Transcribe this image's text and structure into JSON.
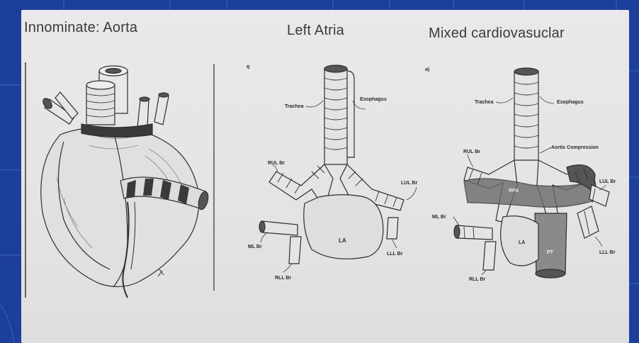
{
  "slide": {
    "captions": {
      "innominate": "Innominate: Aorta",
      "left_atria": "Left Atria",
      "mixed": "Mixed cardiovasuclar"
    },
    "figure2": {
      "panel_mark": "q",
      "labels": {
        "trachea": "Trachea",
        "esophagus": "Esophagus",
        "rul": "RUL Br",
        "lul": "LUL Br",
        "ml": "ML Br",
        "rll": "RLL Br",
        "lll": "LLL Br",
        "la": "LA"
      }
    },
    "figure3": {
      "panel_mark": "a)",
      "labels": {
        "trachea": "Trachea",
        "esophagus": "Esophagus",
        "aortic": "Aortic Compression",
        "rul": "RUL Br",
        "lul": "LUL Br",
        "ml": "ML Br",
        "rll": "RLL Br",
        "lll": "LLL Br",
        "rpa": "RPA",
        "la": "LA",
        "pt": "PT"
      }
    }
  },
  "colors": {
    "background": "#1d3f9c",
    "panel": "#e6e6e8",
    "ink": "#2a2a2a"
  }
}
